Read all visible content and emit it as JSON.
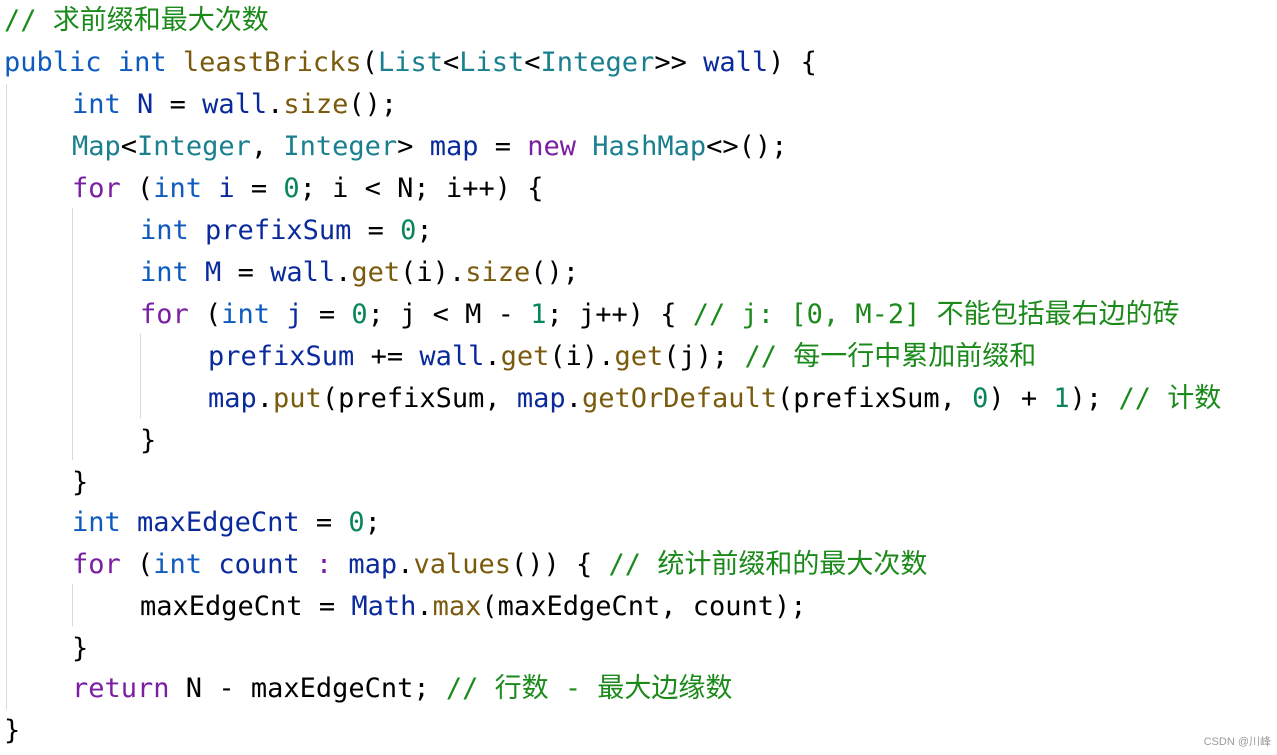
{
  "watermark": "CSDN @川峰",
  "code": {
    "l1": {
      "comment": "// 求前缀和最大次数"
    },
    "l2": {
      "kw_public": "public",
      "kw_int": "int",
      "method": "leastBricks",
      "p1": "(",
      "cls_list1": "List",
      "lt1": "<",
      "cls_list2": "List",
      "lt2": "<",
      "cls_integer": "Integer",
      "gt": ">>",
      "var_wall": "wall",
      "p2": ") {"
    },
    "l3": {
      "kw_int": "int",
      "var_n": "N",
      "eq": " = ",
      "var_wall": "wall",
      "dot": ".",
      "fn_size": "size",
      "rest": "();"
    },
    "l4": {
      "cls_map": "Map",
      "lt": "<",
      "cls_int1": "Integer",
      "comma": ", ",
      "cls_int2": "Integer",
      "gt": ">",
      "var_map": "map",
      "eq": " = ",
      "kw_new": "new",
      "cls_hashmap": "HashMap",
      "rest": "<>();"
    },
    "l5": {
      "kw_for": "for",
      "p1": " (",
      "kw_int": "int",
      "var_i": " i",
      "eq": " = ",
      "num0": "0",
      "rest": "; i < N; i++) {"
    },
    "l6": {
      "kw_int": "int",
      "var": "prefixSum",
      "eq": " = ",
      "num0": "0",
      "semi": ";"
    },
    "l7": {
      "kw_int": "int",
      "var_m": "M",
      "eq": " = ",
      "var_wall": "wall",
      "dot1": ".",
      "fn_get": "get",
      "mid": "(i).",
      "fn_size": "size",
      "rest": "();"
    },
    "l8": {
      "kw_for": "for",
      "p1": " (",
      "kw_int": "int",
      "var_j": " j",
      "eq": " = ",
      "num0": "0",
      "mid": "; j < M - ",
      "num1": "1",
      "rest": "; j++) { ",
      "comment": "// j: [0, M-2] 不能包括最右边的砖"
    },
    "l9": {
      "var": "prefixSum",
      "op": " += ",
      "var_wall": "wall",
      "dot1": ".",
      "fn_get1": "get",
      "mid": "(i).",
      "fn_get2": "get",
      "rest": "(j); ",
      "comment": "// 每一行中累加前缀和"
    },
    "l10": {
      "var_map1": "map",
      "dot1": ".",
      "fn_put": "put",
      "mid1": "(prefixSum, ",
      "var_map2": "map",
      "dot2": ".",
      "fn_god": "getOrDefault",
      "mid2": "(prefixSum, ",
      "num0": "0",
      "mid3": ") + ",
      "num1": "1",
      "rest": "); ",
      "comment": "// 计数"
    },
    "l11": {
      "brace": "}"
    },
    "l12": {
      "brace": "}"
    },
    "l13": {
      "kw_int": "int",
      "var": "maxEdgeCnt",
      "eq": " = ",
      "num0": "0",
      "semi": ";"
    },
    "l14": {
      "kw_for": "for",
      "p1": " (",
      "kw_int": "int",
      "var_count": " count",
      "colon": " : ",
      "var_map": "map",
      "dot": ".",
      "fn_values": "values",
      "rest": "()) { ",
      "comment": "// 统计前缀和的最大次数"
    },
    "l15": {
      "var1": "maxEdgeCnt",
      "eq": " = ",
      "cls_math": "Math",
      "dot": ".",
      "fn_max": "max",
      "rest": "(maxEdgeCnt, count);"
    },
    "l16": {
      "brace": "}"
    },
    "l17": {
      "kw_return": "return",
      "mid": " N - maxEdgeCnt; ",
      "comment": "// 行数 - 最大边缘数"
    },
    "l18": {
      "brace": "}"
    }
  }
}
